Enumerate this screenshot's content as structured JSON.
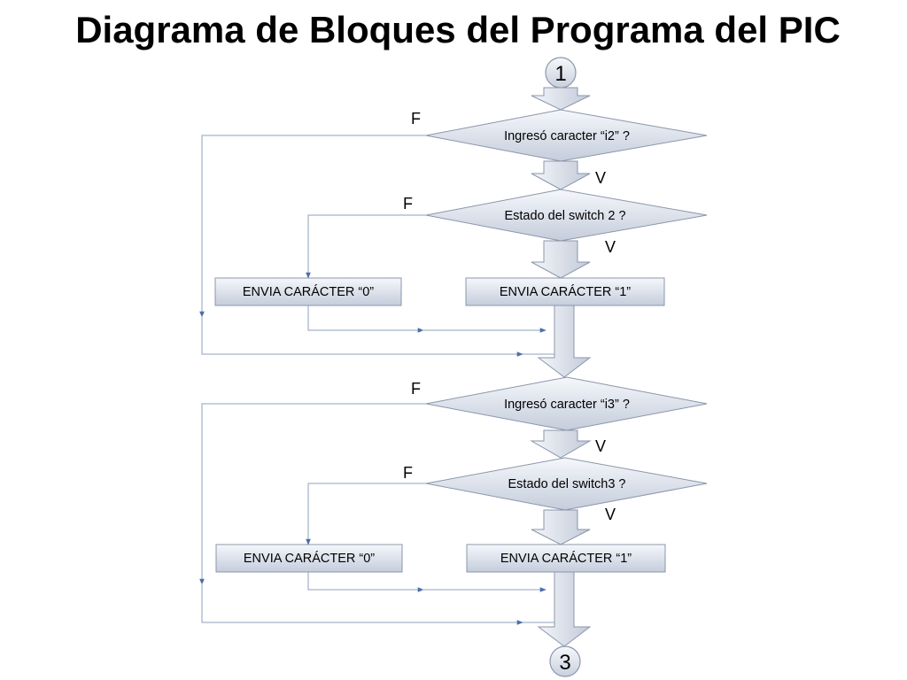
{
  "title": "Diagrama de Bloques del Programa del PIC",
  "colors": {
    "shape_fill_light": "#f3f5fa",
    "shape_fill_dark": "#c3cbd9",
    "shape_stroke": "#8b96ab",
    "line": "#8ca0bd",
    "arrowhead": "#4a6fa8"
  },
  "connectors": {
    "start": "1",
    "end": "3"
  },
  "section1": {
    "decision1": "Ingresó caracter “i2” ?",
    "decision2": "Estado del switch 2 ?",
    "false1": "F",
    "true1": "V",
    "false2": "F",
    "true2": "V",
    "box_false": "ENVIA CARÁCTER “0”",
    "box_true": "ENVIA CARÁCTER “1”"
  },
  "section2": {
    "decision1": "Ingresó caracter “i3” ?",
    "decision2": "Estado del switch3 ?",
    "false1": "F",
    "true1": "V",
    "false2": "F",
    "true2": "V",
    "box_false": "ENVIA CARÁCTER “0”",
    "box_true": "ENVIA CARÁCTER “1”"
  }
}
